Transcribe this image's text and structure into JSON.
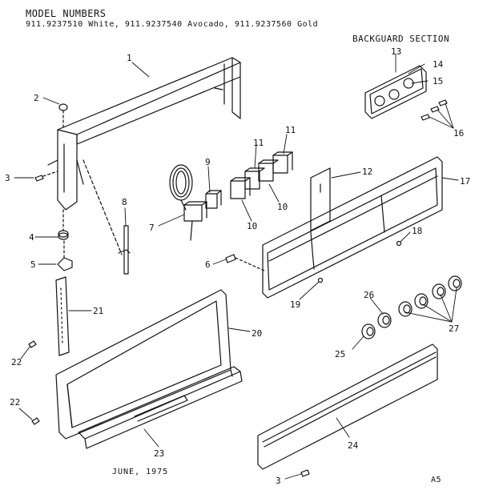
{
  "header": {
    "title": "MODEL NUMBERS",
    "models": "911.9237510 White, 911.9237540 Avocado, 911.9237560 Gold",
    "section": "BACKGUARD SECTION"
  },
  "footer": {
    "date": "JUNE, 1975",
    "code": "A5"
  },
  "callouts": [
    {
      "id": "c1",
      "label": "1"
    },
    {
      "id": "c2",
      "label": "2"
    },
    {
      "id": "c3a",
      "label": "3"
    },
    {
      "id": "c3b",
      "label": "3"
    },
    {
      "id": "c4",
      "label": "4"
    },
    {
      "id": "c5",
      "label": "5"
    },
    {
      "id": "c6",
      "label": "6"
    },
    {
      "id": "c7",
      "label": "7"
    },
    {
      "id": "c8",
      "label": "8"
    },
    {
      "id": "c9",
      "label": "9"
    },
    {
      "id": "c10a",
      "label": "10"
    },
    {
      "id": "c10b",
      "label": "10"
    },
    {
      "id": "c11a",
      "label": "11"
    },
    {
      "id": "c11b",
      "label": "11"
    },
    {
      "id": "c12",
      "label": "12"
    },
    {
      "id": "c13",
      "label": "13"
    },
    {
      "id": "c14",
      "label": "14"
    },
    {
      "id": "c15",
      "label": "15"
    },
    {
      "id": "c16",
      "label": "16"
    },
    {
      "id": "c17",
      "label": "17"
    },
    {
      "id": "c18",
      "label": "18"
    },
    {
      "id": "c19",
      "label": "19"
    },
    {
      "id": "c20",
      "label": "20"
    },
    {
      "id": "c21",
      "label": "21"
    },
    {
      "id": "c22a",
      "label": "22"
    },
    {
      "id": "c22b",
      "label": "22"
    },
    {
      "id": "c23",
      "label": "23"
    },
    {
      "id": "c24",
      "label": "24"
    },
    {
      "id": "c25",
      "label": "25"
    },
    {
      "id": "c26",
      "label": "26"
    },
    {
      "id": "c27",
      "label": "27"
    }
  ]
}
